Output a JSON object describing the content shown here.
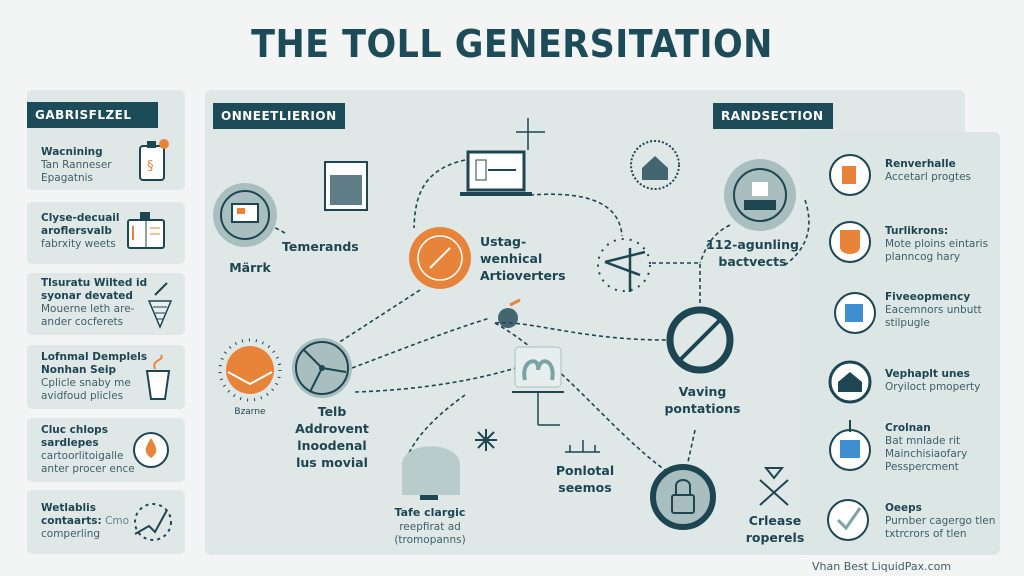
{
  "title": "THE TOLL GENERSITATION",
  "colors": {
    "dark_teal": "#1d4b57",
    "orange": "#e8843a",
    "panel": "#dfe8e7",
    "grey_circle": "#a9bfbf"
  },
  "left": {
    "header": "GABRISFLZEL",
    "cards": [
      {
        "title": "Wacnining",
        "lines": [
          "Tan Ranneser",
          "Epagatnis"
        ],
        "icon": "clipboard-icon"
      },
      {
        "title": "Clyse-decuail aroflersvalb",
        "lines": [
          "fabrxity weets"
        ],
        "icon": "document-icon"
      },
      {
        "title": "Tlsuratu Wilted id syonar devated",
        "lines": [
          "Mouerne leth are-",
          "ander cocferets"
        ],
        "icon": "tornado-icon"
      },
      {
        "title": "Lofnmal Demplels Nonhan Seip",
        "lines": [
          "Cplicle snaby me",
          "avidfoud plicles"
        ],
        "icon": "cup-icon"
      },
      {
        "title": "Cluc chlops sardlepes",
        "lines": [
          "cartoorlitoigalle",
          "anter procer ence"
        ],
        "icon": "drop-icon"
      },
      {
        "title": "Wetlablis contaarts:",
        "lines": [
          "Cmo",
          "comperling"
        ],
        "icon": "chart-icon"
      }
    ]
  },
  "main": {
    "header": "ONNEETLIERION",
    "nodes": {
      "mark": "Märrk",
      "temerands": "Temerands",
      "center_lines": [
        "Ustag-",
        "wenhical",
        "Artioverters"
      ],
      "bzarne": "Bzarne",
      "telb_lines": [
        "Telb",
        "Addrovent lnoodenal",
        "lus movial"
      ],
      "tafe_title": "Tafe clargic",
      "tafe_lines": [
        "reepfirat ad",
        "(tromopanns)"
      ],
      "ponlotal_lines": [
        "Ponlotal",
        "seemos"
      ],
      "agunling_lines": [
        "112-agunling",
        "bactvects"
      ],
      "vaving_lines": [
        "Vaving",
        "pontations"
      ],
      "crlease_lines": [
        "Crlease",
        "roperels"
      ]
    }
  },
  "right": {
    "header": "RANDSECTION",
    "items": [
      {
        "title": "Renverhalle",
        "lines": [
          "Accetarl progtes"
        ],
        "icon": "door-icon"
      },
      {
        "title": "Turlikrons:",
        "lines": [
          "Mote ploins eintaris",
          "planncog hary"
        ],
        "icon": "shield-icon"
      },
      {
        "title": "Fiveeopmency",
        "lines": [
          "Eacemnors unbutt",
          "stilpugle"
        ],
        "icon": "calendar-icon"
      },
      {
        "title": "Vephaplt unes",
        "lines": [
          "Oryiloct pmoperty"
        ],
        "icon": "building-icon"
      },
      {
        "title": "Crolnan",
        "lines": [
          "Bat mnlade rit",
          "Mainchisiaofary",
          "Pesspercment"
        ],
        "icon": "box-icon"
      },
      {
        "title": "Oeeps",
        "lines": [
          "Purnber cagergo tlen",
          "txtrcrors of tlen"
        ],
        "icon": "check-icon"
      }
    ]
  },
  "footer": "Vhan Best LiquidPax.com"
}
